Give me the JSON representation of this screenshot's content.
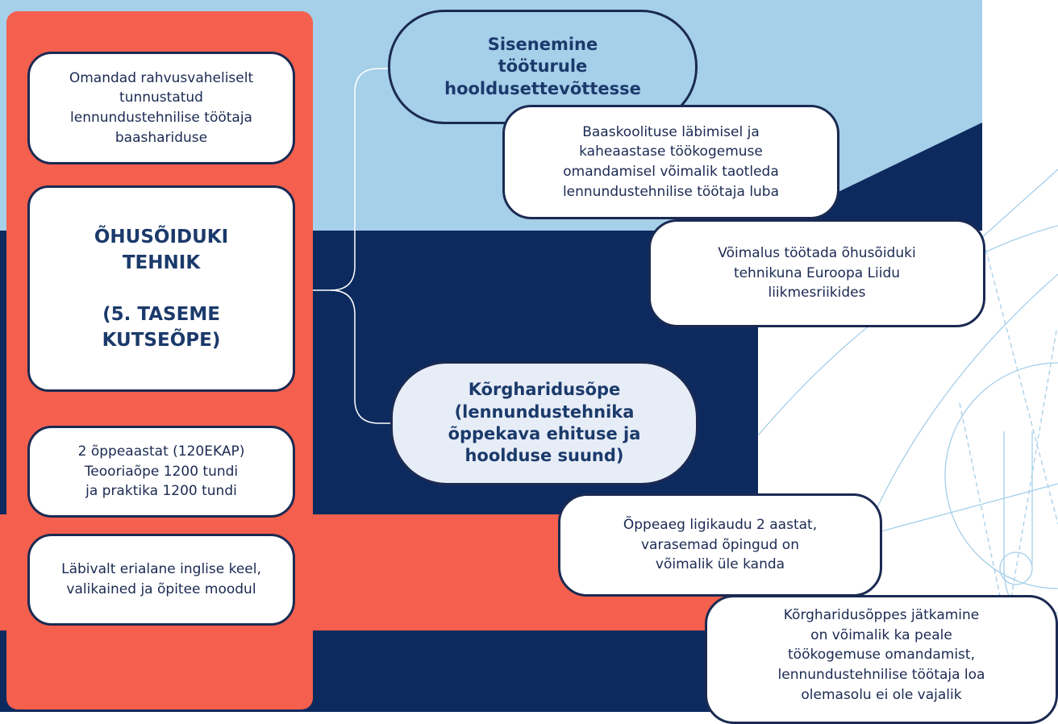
{
  "colors": {
    "light_blue": "#a6cfe9",
    "navy": "#0d2a5e",
    "coral": "#f4604d",
    "box_border": "#1b2a52",
    "pill_blue": "#a6cfe9",
    "pill_light": "#e7edf7"
  },
  "sidebar": {
    "top_note": "Omandad rahvusvaheliselt\ntunnustatud\nlennundustehnilise töötaja\nbaashariduse",
    "title": "ÕHUSÕIDUKI\nTEHNIK\n\n(5. TASEME\nKUTSEÕPE)",
    "duration_note": "2 õppeaastat (120EKAP)\nTeooriaõpe 1200 tundi\nja praktika 1200 tundi",
    "language_note": "Läbivalt erialane inglise keel,\nvalikained ja õpitee moodul"
  },
  "branch_work": {
    "heading": "Sisenemine\ntööturule\nhooldusettevõttesse",
    "detail_license": "Baaskoolituse läbimisel ja\nkaheaastase töökogemuse\nomandamisel võimalik taotleda\nlennundustehnilise töötaja luba",
    "detail_eu": "Võimalus töötada õhusõiduki\ntehnikuna Euroopa Liidu\nliikmesriikides"
  },
  "branch_study": {
    "heading": "Kõrgharidusõpe\n(lennundustehnika\nõppekava ehituse ja\nhoolduse suund)",
    "detail_duration": "Õppeaeg ligikaudu 2 aastat,\nvarasemad õpingud on\nvõimalik üle kanda",
    "detail_continue": "Kõrgharidusõppes jätkamine\non võimalik ka peale\ntöökogemuse omandamist,\nlennundustehnilise töötaja loa\nolemasolu ei ole vajalik"
  }
}
